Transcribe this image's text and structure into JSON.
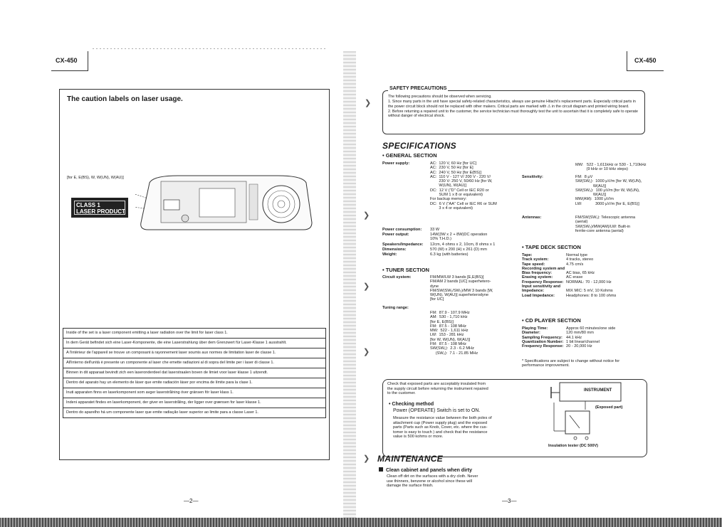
{
  "model": "CX-450",
  "left_page": {
    "caution_title": "The caution labels on laser usage.",
    "region_label": "[for E, E(BS), W, W(UN), W(AU)]",
    "class_label_line1": "CLASS 1",
    "class_label_line2": "LASER PRODUCT",
    "warnings": [
      "Inside of the set is a laser component emitting a laser radiation over the limit for laser class 1.",
      "In dem Gerät befindet sich eine Laser-Komponente, die eine Laserstrahlung über dem Grenzwert für Laser-Klasse 1 ausstrahlt.",
      "A l'intérieur de l'appareil se trouve un composant à rayonnement laser soumis aux normes de limitation laser de classe 1.",
      "All'interno dell'unità è presente un componente al laser che emette radiazioni al di sopra del limite per i laser di classe 1.",
      "Binnen in dit apparaat bevindt zich een laseronderdeel dat laserstraalen boven de limiet voor laser klasse 1 uitzendt.",
      "Dentro del aparato hay un elemento de láser que emite radiación láser por encima de límite para la clase 1.",
      "Inuti apparaten finns en laserkomponent som avger laserstrålning över gränsen för laser klass 1.",
      "Indeni apparatet findes en laserkomponent, der giver en laserstråling, der ligger over grænsen for laser klasse 1.",
      "Dentro do aparelho há um componente laser que emite radiação laser superior ao limite para a classe Laser 1."
    ],
    "page_number": "—2—"
  },
  "right_page": {
    "safety": {
      "title": "SAFETY PRECAUTIONS",
      "intro": "The following precautions should be observed when servicing.",
      "item1": "1.  Since many parts in the unit have special safety-related characteristics, always use genuine Hitachi's replacement parts. Especially critical parts in the power circuit block should not be replaced with other makers. Critical parts are marked with ⚠ in the circuit diagram and printed wiring board.",
      "item2": "2.  Before returning a repaired unit to the customer, the service technician must thoroughly test the unit to ascertain that it is completely safe to operate without danger of electrical shock."
    },
    "specifications_title": "SPECIFICATIONS",
    "general": {
      "title": "• GENERAL SECTION",
      "power_supply_label": "Power supply:",
      "power_supply_lines": [
        "AC:  120 V, 60 Hz [for UC]",
        "AC:  230 V, 50 Hz [for E]",
        "AC:  240 V, 50 Hz [for E(BS)]",
        "AC:  110 V - 127 V/ 200 V - 220 V/",
        "        230 V- 250 V, 50/60 Hz [for W,",
        "        W(UN), W(AU)]",
        "DC:  12 V (\"D\" Cell or IEC R20 or",
        "        SUM 1 x 8 or equivalent)",
        "For backup memory:",
        "DC:  6 V (\"AA\" Cell or IEC R6 or SUM",
        "        3 x 4 or equivalent)"
      ],
      "power_consumption_label": "Power consumption:",
      "power_consumption": "33 W",
      "power_output_label": "Power output:",
      "power_output_lines": [
        "14W(3W x 2 + 8W)DC operation",
        "10% T.H.D.)"
      ],
      "speakers_label": "Speakers/Impedance:",
      "speakers": "12cm, 4 ohms x 2, 10cm, 8 ohms x 1",
      "dimensions_label": "Dimensions:",
      "dimensions": "570 (W) x 200 (H) x 261 (D) mm",
      "weight_label": "Weight:",
      "weight": "6.3 kg (with batteries)"
    },
    "tuner": {
      "title": "• TUNER SECTION",
      "circuit_label": "Circuit system:",
      "circuit_lines": [
        "FM/MW/LW 3 bands [E,E(BS)]",
        "FM/AM 2 bands [UC] superhetero-",
        "dyne",
        "FM/SW(SW₁/SW₂)/MW 3 bands [W,",
        "W(UN), W(AU)] superheterodyne",
        "[for UC]"
      ],
      "tuning_label": "Tuning range:",
      "tuning_lines": [
        "FM:  87.9 - 107.9 MHz",
        "AM:  530 - 1,710 kHz",
        "[for E, E(BS)]",
        "FM:  87.5 - 108 MHz",
        "MW:  522 - 1,611 kHz",
        "LW:  153 - 281 kHz",
        "[for W, W(UN), W(AU)]",
        "FM:  87.5 - 108 MHz",
        "SW(SW₁):  2.3 - 6.2 MHz",
        "     (SW₂):  7.1 - 21.85 MHz"
      ],
      "mw_lines": [
        "MW:   522 - 1,611kHz or 530 - 1,710kHz",
        "          (9 kHz or 10 kHz steps)"
      ],
      "sensitivity_label": "Sensitivity:",
      "sensitivity_lines": [
        "FM:  8 μV",
        "SW(SW₁):  1000 μV/m [for W, W(UN),",
        "                W(AU)]",
        "SW(SW₂):  100 μV/m [for W, W(UN),",
        "                W(AU)]",
        "MW(AM):  1000 μV/m",
        "LW:            3000 μV/m [for E, E(BS)]"
      ],
      "antennas_label": "Antennas:",
      "antennas_lines": [
        "FM/SW(SW₁): Telescopic antenna",
        "(aerial)",
        "SW(SW₂)/MW(AM)/LW: Built-in",
        "ferrite-core antenna (aerial)"
      ]
    },
    "tape": {
      "title": "• TAPE DECK SECTION",
      "rows": [
        {
          "k": "Tape:",
          "v": "Normal type"
        },
        {
          "k": "Track system:",
          "v": "4 tracks, stereo"
        },
        {
          "k": "Tape speed:",
          "v": "4.75 cm/s"
        },
        {
          "k": "Recording system and",
          "v": ""
        },
        {
          "k": "Bias frequency:",
          "v": "AC bias, 65 kHz"
        },
        {
          "k": "Erasing system:",
          "v": "AC erase"
        },
        {
          "k": "Frequency Response:",
          "v": "NORMAL:  70 - 12,000 Hz"
        },
        {
          "k": "Input sensitivity and",
          "v": ""
        },
        {
          "k": "Impedance:",
          "v": "MIX MIC: 5 mV, 10 Kohms"
        },
        {
          "k": "Load Impedance:",
          "v": "Headphones: 8 to 100 ohms"
        }
      ]
    },
    "cd": {
      "title": "• CD PLAYER SECTION",
      "rows": [
        {
          "k": "Playing Time:",
          "v": "Approx 60 minutes/one side"
        },
        {
          "k": "Diameter:",
          "v": "120 mm/80 mm"
        },
        {
          "k": "Sampling Frequency:",
          "v": "44.1 kHz"
        },
        {
          "k": "Quantization Number:",
          "v": "1 bit linear/channel"
        },
        {
          "k": "Frequency Response:",
          "v": "20 - 20,000 Hz"
        }
      ],
      "note_lines": [
        "* Specifications are subject to change without notice for",
        "performance improvement."
      ]
    },
    "check": {
      "intro_lines": [
        "Check that exposed parts are acceptably insulated from",
        "the supply circuit before returning the instrument repaired",
        "to the customer."
      ],
      "method_title": "• Checking method",
      "method_sub": "Power (OPERATE) Switch is set to ON.",
      "method_lines": [
        "Measure the resistance value between the both poles of",
        "attachment cup (Power supply plug) and the exposed",
        "parts (Parts such as Knob, Cover, etc. where the cus-",
        "tomer is easy to touch ) and check that the resistance",
        "value is 500 kohms or more."
      ],
      "instrument_label": "INSTRUMENT",
      "exposed_label": "(Exposed part)",
      "tester_label": "Insulation tester (DC 500V)"
    },
    "maintenance_title": "MAINTENANCE",
    "maintenance_sub": "Clean cabinet and panels when dirty",
    "maintenance_lines": [
      "Clean off dirt on the surfaces with a dry cloth. Never",
      "use thinners, benzene or alcohol since these will",
      "damage the surface finish."
    ],
    "page_number": "—3—"
  }
}
